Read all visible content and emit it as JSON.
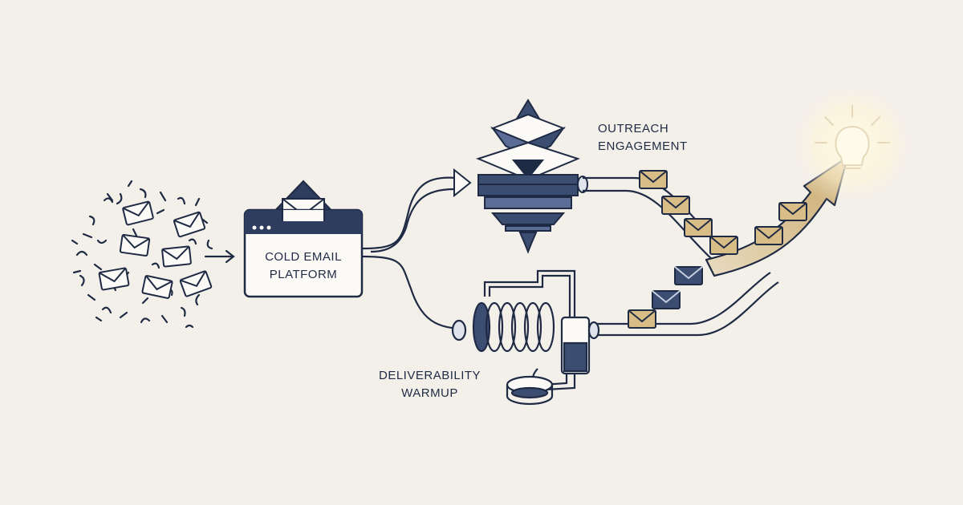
{
  "platform": {
    "line1": "COLD EMAIL",
    "line2": "PLATFORM"
  },
  "outreach": {
    "line1": "OUTREACH",
    "line2": "ENGAGEMENT"
  },
  "deliverability": {
    "line1": "DELIVERABILITY",
    "line2": "WARMUP"
  },
  "colors": {
    "background": "#f3f0ea",
    "ink": "#1f2a44",
    "navy": "#3c4d72",
    "navy_light": "#5b6d96",
    "gold": "#c9a86a",
    "gold_light": "#d9bd86",
    "glow": "#fff6d8"
  },
  "icons": [
    "email-envelope-icon",
    "arrow-right-icon",
    "browser-window-icon",
    "funnel-machine-icon",
    "coil-machine-icon",
    "lightbulb-icon",
    "growth-arrow-icon"
  ]
}
